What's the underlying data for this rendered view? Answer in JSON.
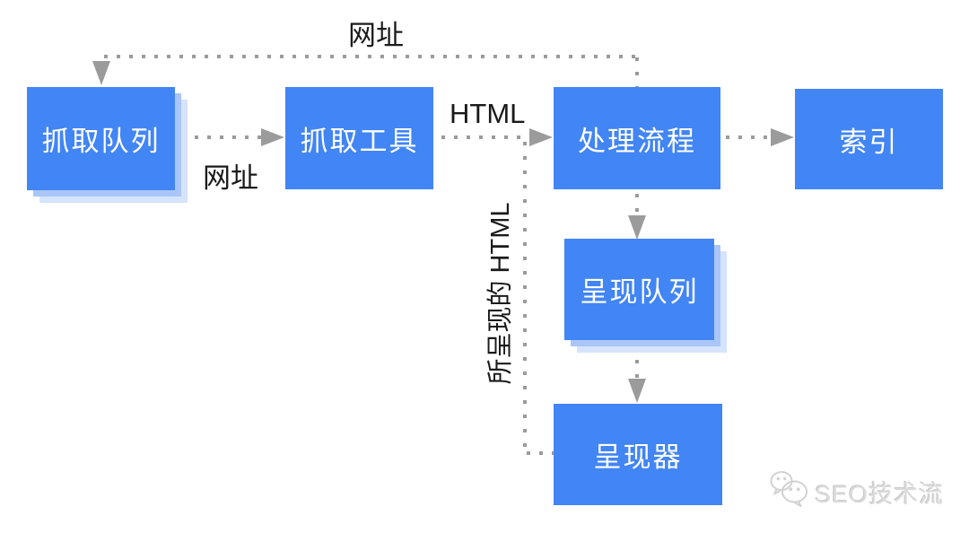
{
  "diagram": {
    "boxes": [
      {
        "id": "crawl-queue",
        "label": "抓取队列"
      },
      {
        "id": "crawler",
        "label": "抓取工具"
      },
      {
        "id": "processing",
        "label": "处理流程"
      },
      {
        "id": "index",
        "label": "索引"
      },
      {
        "id": "render-queue",
        "label": "呈现队列"
      },
      {
        "id": "renderer",
        "label": "呈现器"
      }
    ],
    "labels": {
      "top_feedback_url": "网址",
      "queue_to_crawler_url": "网址",
      "crawler_to_processing_html": "HTML",
      "rendered_html": "所呈现的 HTML"
    },
    "colors": {
      "box_fill": "#4285f4",
      "box_text": "#ffffff",
      "shadow_inner": "#aac6f8",
      "shadow_outer": "#d6e3fc",
      "connector_gray": "#9b9b9b",
      "label_text": "#1a1a1a"
    }
  },
  "watermark": {
    "icon": "wechat-icon",
    "text": "SEO技术流",
    "color": "#dadada"
  }
}
